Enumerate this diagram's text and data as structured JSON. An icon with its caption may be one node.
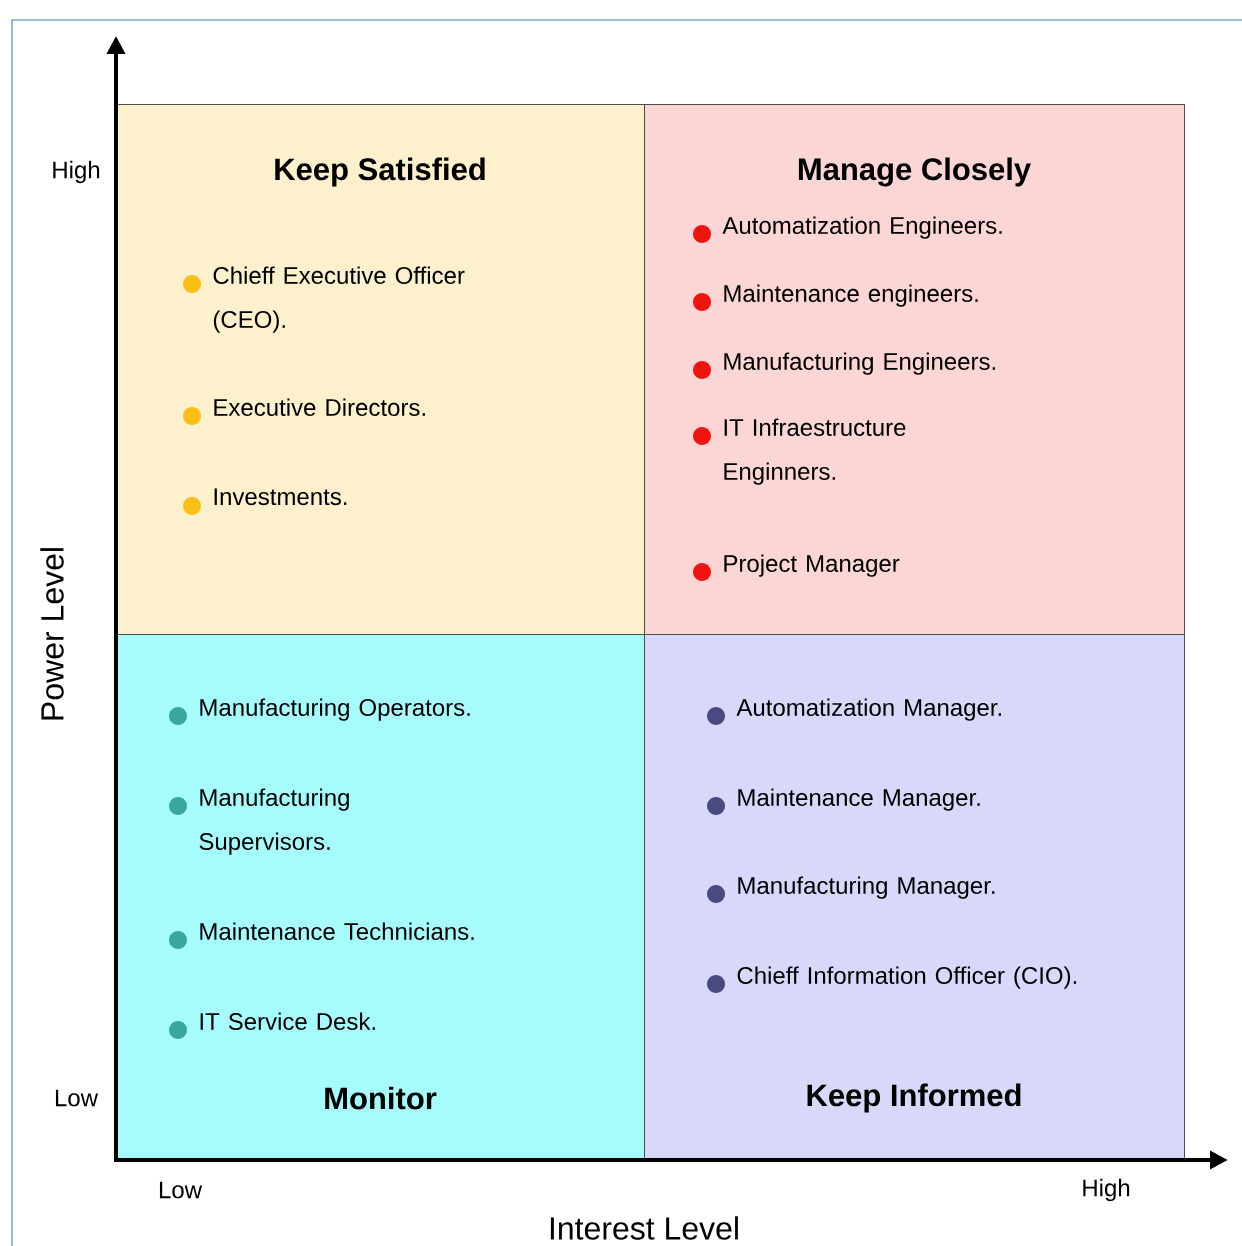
{
  "diagram": {
    "nodes": [
      {
        "text": [
          "Keep Satisfied",
          "Chieff Executive Officer (CEO).",
          "Executive Directors.",
          "Investments."
        ]
      },
      {
        "text": [
          "Manage Closely",
          "Automatization Engineers.",
          "Maintenance engineers.",
          "Manufacturing Engineers.",
          "IT Infraestructure Enginners.",
          "Project Manager"
        ]
      },
      {
        "text": [
          "Manufacturing Operators.",
          "Manufacturing Supervisors.",
          "Maintenance Technicians.",
          "IT Service Desk.",
          "Monitor"
        ]
      },
      {
        "text": [
          "Automatization Manager.",
          "Maintenance Manager.",
          "Manufacturing Manager.",
          "Chieff Information Officer (CIO).",
          "Keep Informed"
        ]
      }
    ],
    "labels": [
      "High",
      "Power Level",
      "Low",
      "Low",
      "High",
      "Interest Level"
    ]
  }
}
